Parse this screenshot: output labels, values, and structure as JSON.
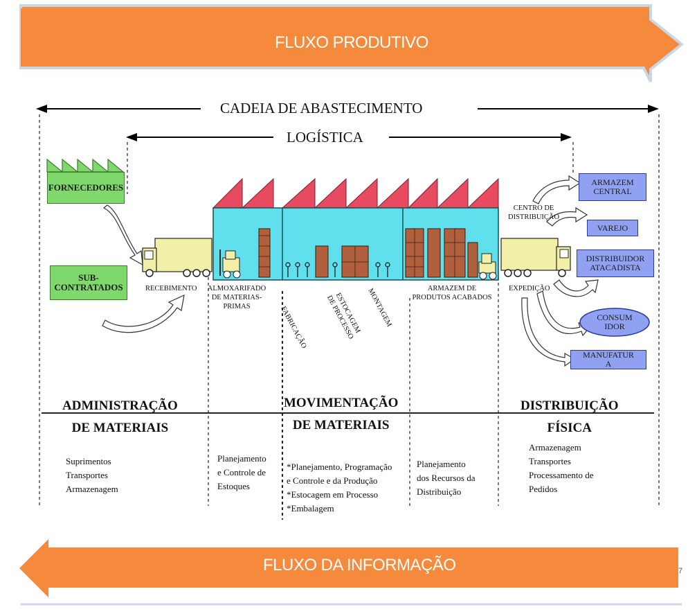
{
  "banners": {
    "top": "FLUXO PRODUTIVO",
    "bottom": "FLUXO DA INFORMAÇÃO"
  },
  "spans": {
    "supply_chain": "CADEIA DE ABASTECIMENTO",
    "logistics": "LOGÍSTICA"
  },
  "sources": {
    "suppliers": "FORNECEDORES",
    "subcontracted": "SUB-\nCONTRATADOS"
  },
  "stage_labels": {
    "receiving": "RECEBIMENTO",
    "raw_warehouse": "ALMOXARIFADO\nDE MATERIAS-\nPRIMAS",
    "fabrication": "FABRICAÇÃO",
    "process_stock": "ESTOCAGEM\nDE PROCESSO",
    "assembly": "MONTAGEM",
    "finished_warehouse": "ARMAZEM DE\nPRODUTOS ACABADOS",
    "shipping": "EXPEDIÇÃO",
    "distribution_center": "CENTRO DE\nDISTRIBUIÇÃO"
  },
  "destinations": {
    "central_warehouse": "ARMAZEM\nCENTRAL",
    "retail": "VAREJO",
    "wholesaler": "DISTRIBUIDOR\nATACADISTA",
    "consumer": "CONSUM\nIDOR",
    "manufacturer": "MANUFATUR\nA"
  },
  "sections": {
    "materials_admin": "ADMINISTRAÇÃO\nDE MATERIAIS",
    "materials_handling": "MOVIMENTAÇÃO\nDE MATERIAIS",
    "physical_distribution": "DISTRIBUIÇÃO\nFÍSICA"
  },
  "activities": {
    "admin": "Suprimentos\nTransportes\nArmazenagem",
    "inventory": "Planejamento\ne Controle de\nEstoques",
    "production": "*Planejamento, Programação\ne Controle e da Produção\n*Estocagem em Processo\n*Embalagem",
    "distribution_resources": "Planejamento\ndos Recursos da\nDistribuição",
    "physical": "Armazenagem\nTransportes\nProcessamento de\nPedidos"
  },
  "page_number": "7",
  "colors": {
    "banner": "#f58a3c",
    "building": "#5fe0ec",
    "roof": "#e84a5f",
    "green_box": "#7fd86b",
    "blue_box": "#8fa1f0",
    "truck": "#f2f0a8",
    "crate": "#b0603c"
  }
}
